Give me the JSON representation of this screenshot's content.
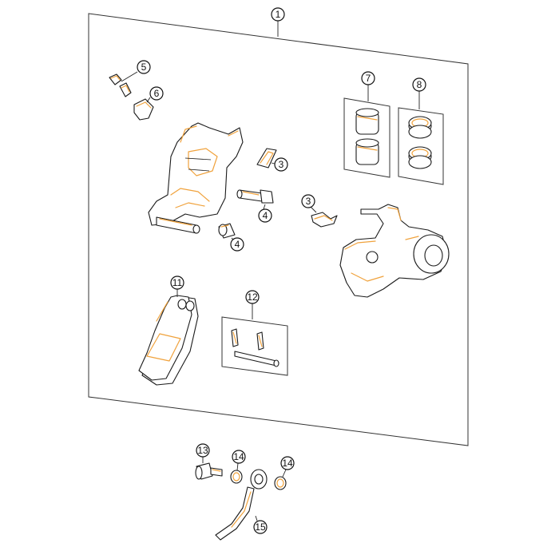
{
  "callouts": {
    "c1": "1",
    "c3a": "3",
    "c3b": "3",
    "c4a": "4",
    "c4b": "4",
    "c5": "5",
    "c6": "6",
    "c7": "7",
    "c8": "8",
    "c11": "11",
    "c12": "12",
    "c13": "13",
    "c14a": "14",
    "c14b": "14",
    "c15": "15"
  },
  "colors": {
    "accent": "#f0a23c",
    "line": "#1a1a1a"
  }
}
